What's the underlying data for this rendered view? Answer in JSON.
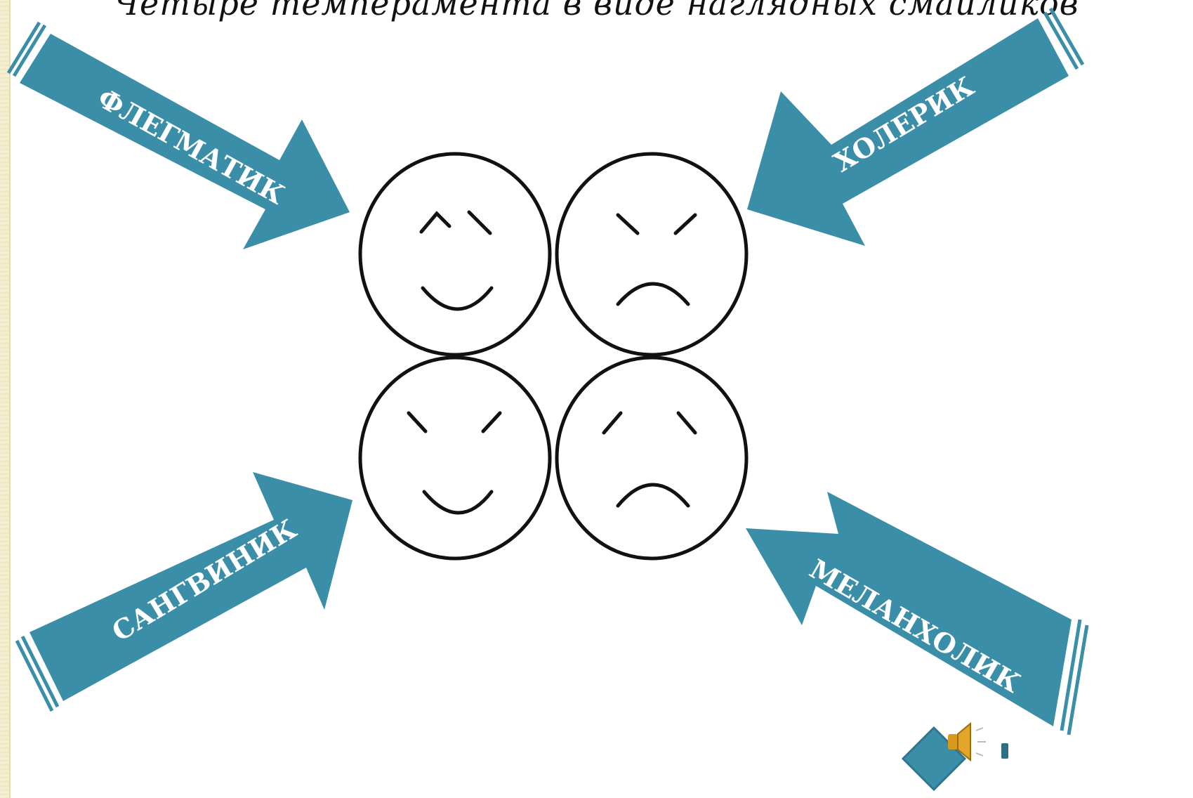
{
  "slide": {
    "title": "Четыре темперамента в виде наглядных  смайликов"
  },
  "arrows": {
    "phlegmatic": "ФЛЕГМАТИК",
    "choleric": "ХОЛЕРИК",
    "sanguine": "САНГВИНИК",
    "melancholic": "МЕЛАНХОЛИК"
  },
  "colors": {
    "arrow": "#3a8ea8",
    "background": "#ffffff"
  },
  "icons": {
    "speaker": "speaker-icon",
    "navigation": "diamond-nav-icon"
  }
}
